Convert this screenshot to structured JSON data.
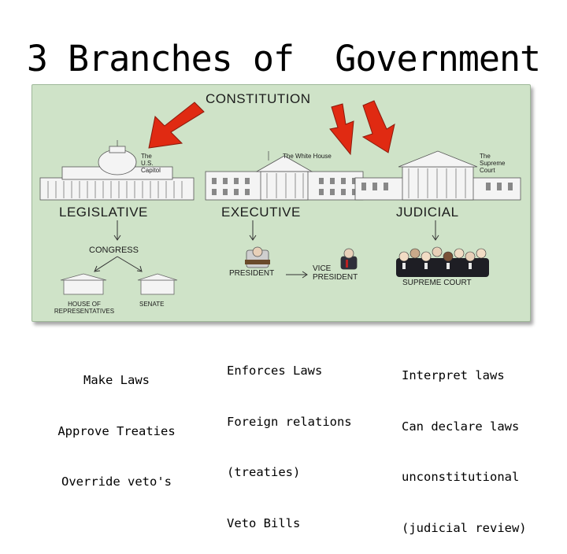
{
  "title": "3 Branches of  Government",
  "diagram": {
    "constitution": "CONSTITUTION",
    "buildings": {
      "capitol": [
        "The",
        "U.S.",
        "Capitol"
      ],
      "white_house": "The White House",
      "supreme_court": [
        "The",
        "Supreme",
        "Court"
      ]
    },
    "branches": {
      "legislative": "LEGISLATIVE",
      "executive": "EXECUTIVE",
      "judicial": "JUDICIAL"
    },
    "congress": "CONGRESS",
    "house": [
      "HOUSE OF",
      "REPRESENTATIVES"
    ],
    "senate": "SENATE",
    "president": "PRESIDENT",
    "vice_president": [
      "VICE",
      "PRESIDENT"
    ],
    "supreme_court_label": "SUPREME COURT",
    "colors": {
      "panel": "#cfe3c8",
      "arrow": "#e02a12"
    }
  },
  "descriptions": {
    "legislative": [
      "Make Laws",
      "Approve Treaties",
      "Override veto's"
    ],
    "executive": [
      "Enforces Laws",
      "Foreign relations",
      "(treaties)",
      "Veto Bills"
    ],
    "judicial": [
      "Interpret laws",
      "Can declare laws",
      "unconstitutional",
      "(judicial review)"
    ]
  }
}
